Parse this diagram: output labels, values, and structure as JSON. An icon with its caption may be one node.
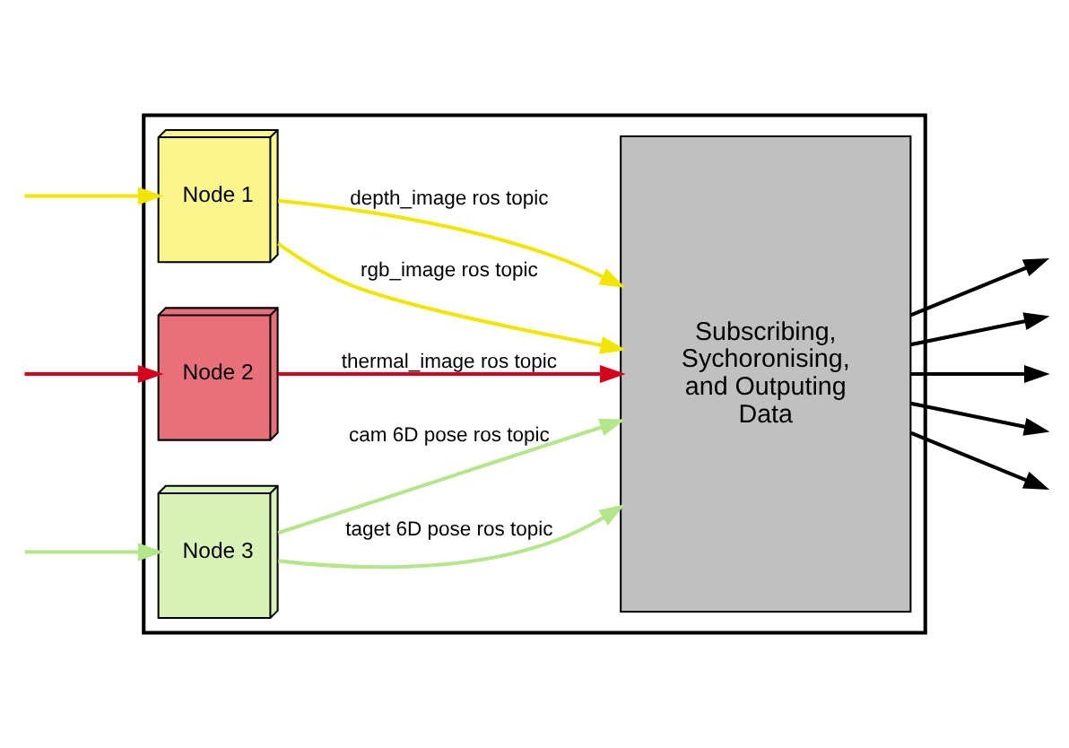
{
  "diagram": {
    "nodes": [
      {
        "text": [],
        "shape": "box"
      },
      {
        "text": [
          "Node 1"
        ],
        "in": 0
      },
      {
        "text": [
          "Node 2"
        ],
        "in": 0
      },
      {
        "text": [
          "Node 3"
        ],
        "in": 0
      },
      {
        "text": [
          "Subscribing, Sychoronising, and Outputing Data"
        ],
        "in": 0
      }
    ],
    "edges": [
      {
        "from": null,
        "to": 1,
        "arrow": "to",
        "color": "#f2e600"
      },
      {
        "from": 1,
        "to": 4,
        "arrow": "to",
        "label": "rgb_image ros topic",
        "color": "#f2e600"
      },
      {
        "from": 1,
        "to": 4,
        "arrow": "to",
        "label": "depth_image ros topic",
        "color": "#f2e600"
      },
      {
        "from": null,
        "to": 2,
        "arrow": "to",
        "color": "#d6001c"
      },
      {
        "from": 2,
        "to": 4,
        "arrow": "to",
        "label": "thermal_image ros topic",
        "color": "#d6001c"
      },
      {
        "from": null,
        "to": 3,
        "arrow": "to",
        "color": "#b4e68a"
      },
      {
        "from": 3,
        "to": 4,
        "arrow": "to",
        "label": "taget 6D pose ros topic",
        "color": "#b4e68a"
      },
      {
        "from": 3,
        "to": 4,
        "arrow": "to",
        "label": "cam 6D pose ros topic",
        "color": "#b4e68a"
      },
      {
        "from": 4,
        "to": null,
        "arrow": "to"
      },
      {
        "from": 4,
        "to": null,
        "arrow": "to"
      },
      {
        "from": 4,
        "to": null,
        "arrow": "to"
      },
      {
        "from": 4,
        "to": null,
        "arrow": "to"
      },
      {
        "from": 4,
        "to": null,
        "arrow": "to"
      }
    ]
  }
}
